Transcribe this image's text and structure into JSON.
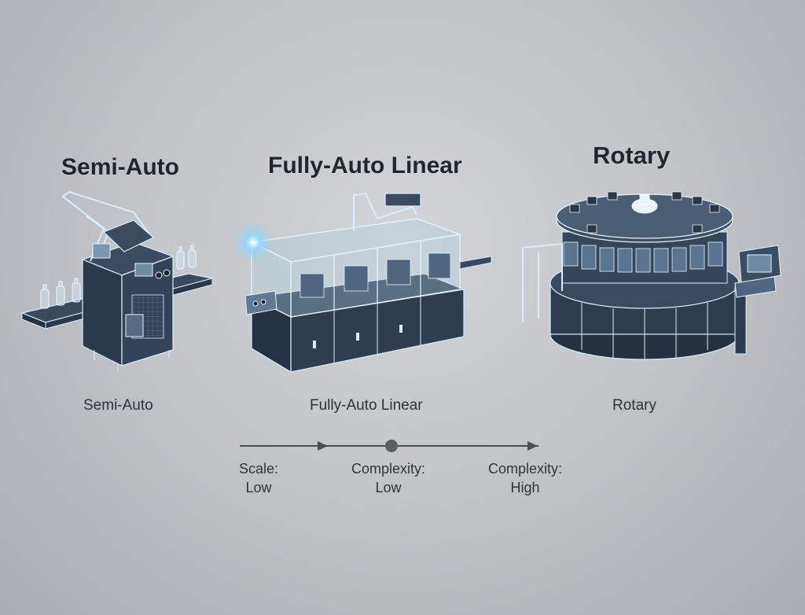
{
  "headings": {
    "semi_auto": "Semi-Auto",
    "fully_auto_linear": "Fully-Auto Linear",
    "rotary": "Rotary"
  },
  "captions": {
    "semi_auto": "Semi-Auto",
    "fully_auto_linear": "Fully-Auto Linear",
    "rotary": "Rotary"
  },
  "scale": {
    "point_1": {
      "title": "Scale:",
      "value": "Low"
    },
    "point_2": {
      "title": "Complexity:",
      "value": "Low"
    },
    "point_3": {
      "title": "Complexity:",
      "value": "High"
    }
  },
  "colors": {
    "machine_body": "#2b3a4c",
    "machine_edge": "#c9e6ff",
    "glass": "#9fc3de",
    "glow": "#7fd0ff",
    "axis": "#4a4f55"
  }
}
